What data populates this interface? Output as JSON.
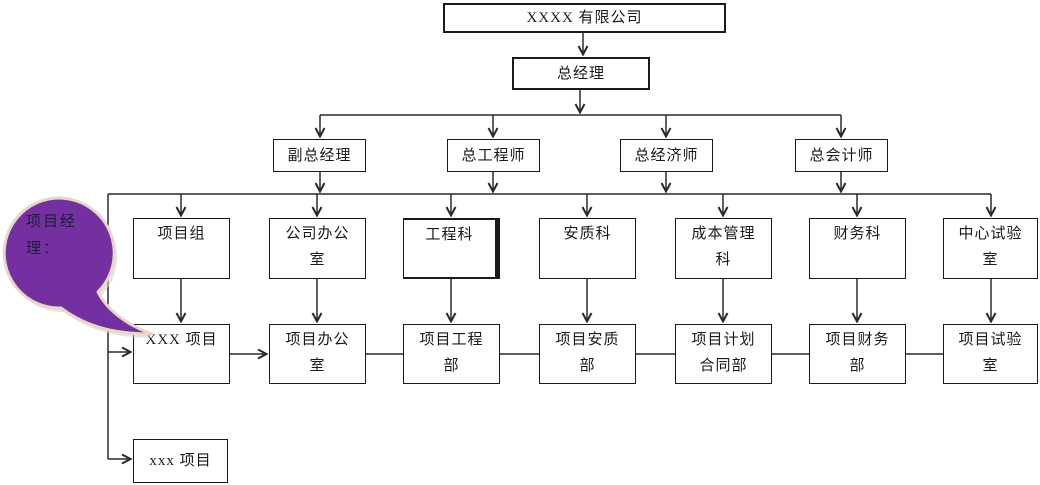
{
  "nodes": {
    "company": {
      "lines": [
        "XXXX 有限公司"
      ]
    },
    "general_manager": {
      "lines": [
        "总经理"
      ]
    },
    "l3": [
      {
        "lines": [
          "副总经理"
        ]
      },
      {
        "lines": [
          "总工程师"
        ]
      },
      {
        "lines": [
          "总经济师"
        ]
      },
      {
        "lines": [
          "总会计师"
        ]
      }
    ],
    "l4": [
      {
        "lines": [
          "项目组"
        ]
      },
      {
        "lines": [
          "公司办公",
          "室"
        ]
      },
      {
        "lines": [
          "工程科"
        ]
      },
      {
        "lines": [
          "安质科"
        ]
      },
      {
        "lines": [
          "成本管理",
          "科"
        ]
      },
      {
        "lines": [
          "财务科"
        ]
      },
      {
        "lines": [
          "中心试验",
          "室"
        ]
      }
    ],
    "l5": [
      {
        "lines": [
          "XXX 项目"
        ]
      },
      {
        "lines": [
          "项目办公",
          "室"
        ]
      },
      {
        "lines": [
          "项目工程",
          "部"
        ]
      },
      {
        "lines": [
          "项目安质",
          "部"
        ]
      },
      {
        "lines": [
          "项目计划",
          "合同部"
        ]
      },
      {
        "lines": [
          "项目财务",
          "部"
        ]
      },
      {
        "lines": [
          "项目试验",
          "室"
        ]
      }
    ],
    "extra_project": {
      "lines": [
        "xxx 项目"
      ]
    },
    "callout": {
      "lines": [
        "项目经",
        "理："
      ]
    }
  },
  "colors": {
    "bubble_fill": "#7430A0",
    "bubble_outline": "#E6D8C8",
    "bubble_shadow": "#D8CCBE",
    "bubble_text": "#1C1C3C",
    "connector_line": "#2A2A2A",
    "box_border": "#1A1A1A",
    "box_fill": "#FFFFFF",
    "text": "#1A1A1A"
  }
}
